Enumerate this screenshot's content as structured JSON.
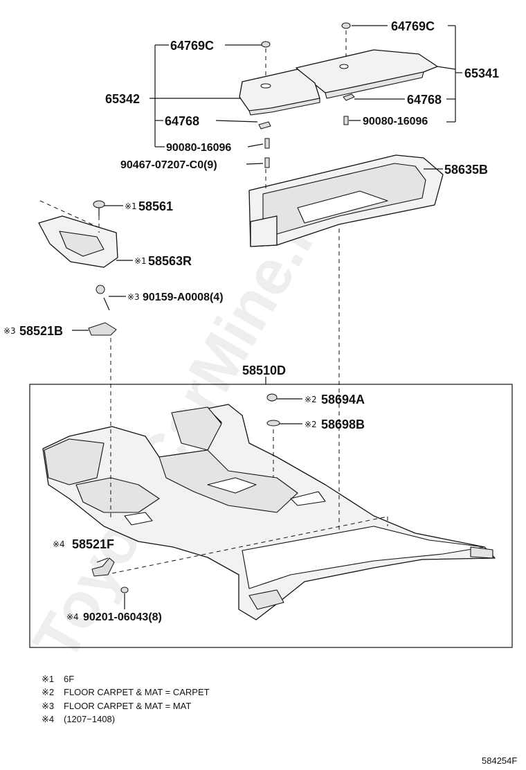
{
  "watermark": "ToyotaCarMine.ru",
  "parts": {
    "p64769c_top": "64769C",
    "p64769c_left": "64769C",
    "p65341": "65341",
    "p65342": "65342",
    "p64768_right": "64768",
    "p64768_left": "64768",
    "p90080_right": "90080-16096",
    "p90080_left": "90080-16096",
    "p90467": "90467-07207-C0(9)",
    "p58635b": "58635B",
    "p58561": "58561",
    "p58563r": "58563R",
    "p90159": "90159-A0008(4)",
    "p58521b": "58521B",
    "p58510d": "58510D",
    "p58694a": "58694A",
    "p58698b": "58698B",
    "p58521f": "58521F",
    "p90201": "90201-06043(8)"
  },
  "marks": {
    "m1": "※1",
    "m2": "※2",
    "m3": "※3",
    "m4": "※4"
  },
  "notes": [
    {
      "mark": "※1",
      "text": "6F"
    },
    {
      "mark": "※2",
      "text": "FLOOR  CARPET  &  MAT = CARPET"
    },
    {
      "mark": "※3",
      "text": "FLOOR  CARPET  &  MAT = MAT"
    },
    {
      "mark": "※4",
      "text": "(1207−1408)"
    }
  ],
  "diagram_id": "584254F"
}
